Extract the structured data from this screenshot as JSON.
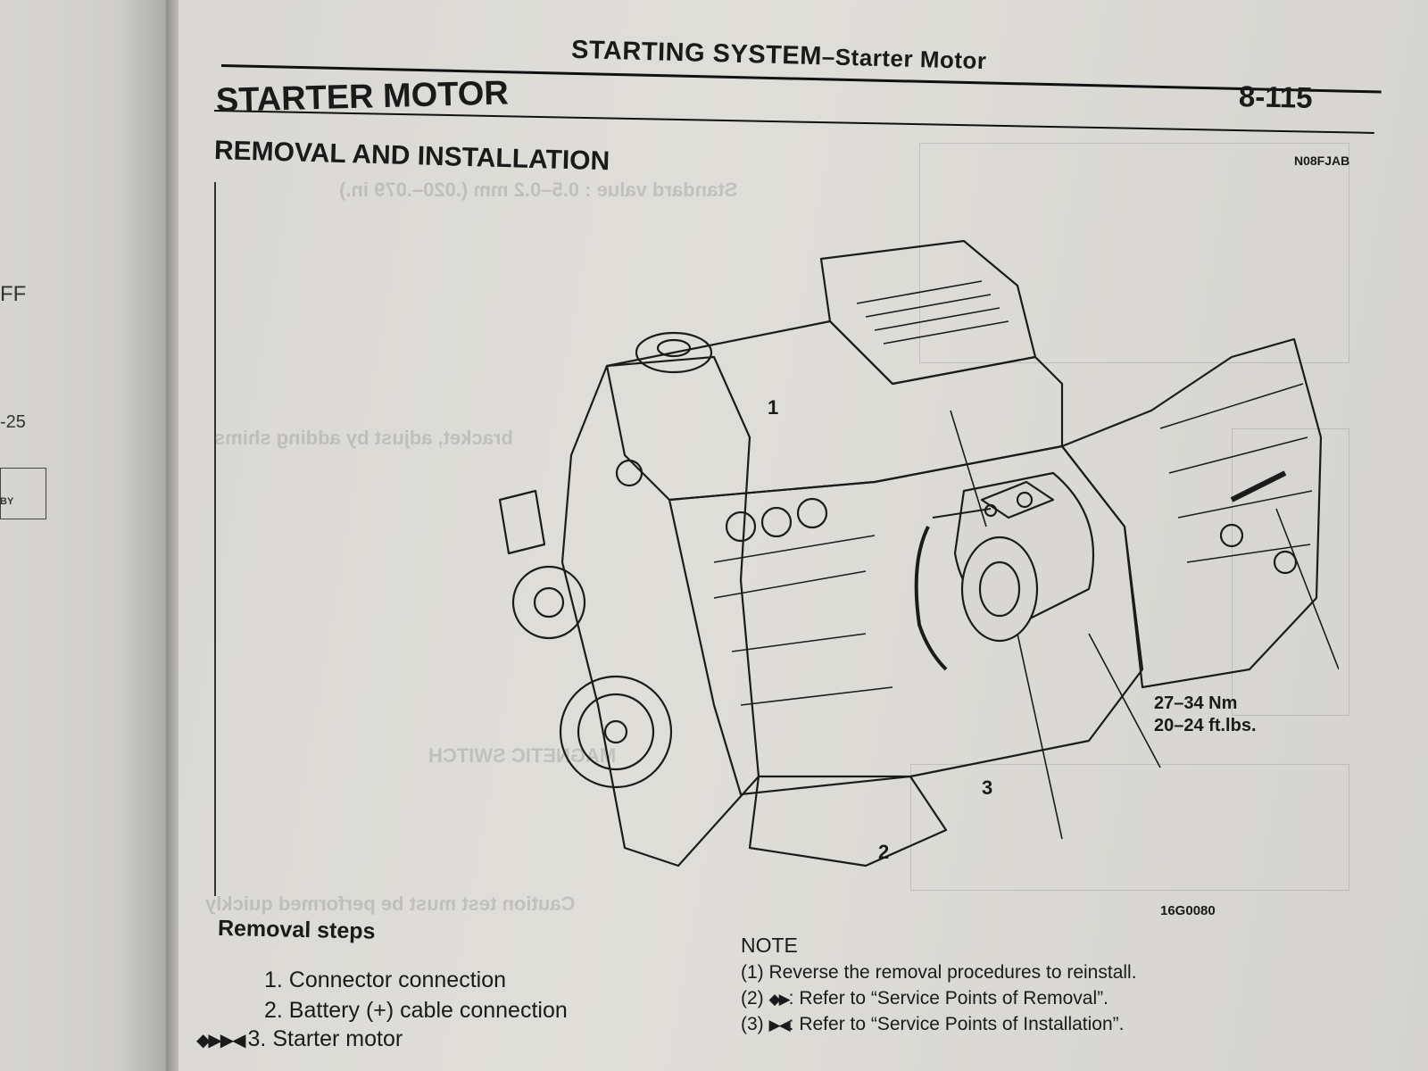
{
  "left_page": {
    "fragments": [
      "FF",
      "-25",
      "BY"
    ]
  },
  "header": {
    "running_head": "STARTING SYSTEM",
    "running_head_sub": "–Starter Motor",
    "page_number": "8-115"
  },
  "section": {
    "title": "STARTER MOTOR",
    "subtitle": "REMOVAL AND INSTALLATION",
    "figure_code": "N08FJAB"
  },
  "diagram": {
    "callouts": [
      "1",
      "2",
      "3"
    ],
    "torque_line1": "27–34 Nm",
    "torque_line2": "20–24 ft.lbs.",
    "figure_id": "16G0080"
  },
  "removal": {
    "heading": "Removal steps",
    "steps": [
      {
        "marks": "",
        "text": "1. Connector connection"
      },
      {
        "marks": "",
        "text": "2. Battery (+) cable connection"
      },
      {
        "marks": "◆▶▶◀",
        "text": "3. Starter motor"
      }
    ]
  },
  "note": {
    "title": "NOTE",
    "items": [
      {
        "num": "(1)",
        "sym": "",
        "text": "Reverse the removal procedures to reinstall."
      },
      {
        "num": "(2)",
        "sym": "◆▶",
        "text": ": Refer to “Service Points of Removal”."
      },
      {
        "num": "(3)",
        "sym": "▶◀",
        "text": ": Refer to “Service Points of Installation”."
      }
    ]
  }
}
